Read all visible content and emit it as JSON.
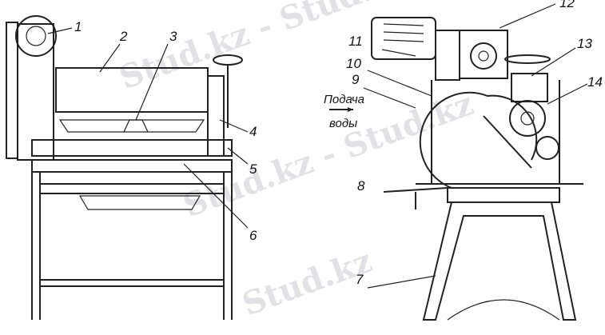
{
  "watermark": {
    "text1": "Stud.kz - Stud.kz",
    "text2": "Stud.kz - Stud.kz",
    "text3": "Stud.kz"
  },
  "labels": {
    "l1": "1",
    "l2": "2",
    "l3": "3",
    "l4": "4",
    "l5": "5",
    "l6": "6",
    "l7": "7",
    "l8": "8",
    "l9": "9",
    "l10": "10",
    "l11": "11",
    "l12": "12",
    "l13": "13",
    "l14": "14"
  },
  "water": {
    "line1": "Подача",
    "line2": "воды"
  }
}
